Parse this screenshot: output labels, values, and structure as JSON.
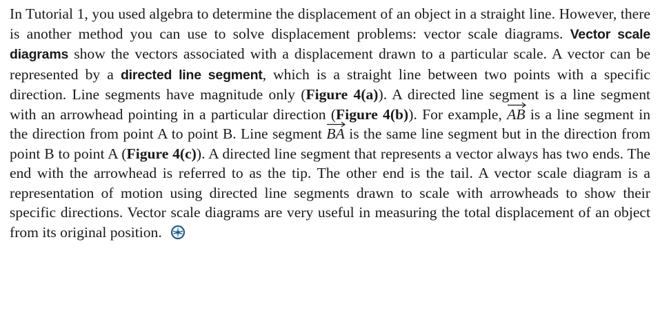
{
  "paragraph": {
    "s1": "In Tutorial 1, you used algebra to determine the displacement of an object in a straight line. However, there is another method you can use to solve displacement problems: vector scale diagrams. ",
    "term_vector_scale_diagrams": "Vector scale diagrams",
    "s2": " show the vectors associated with a dis­placement drawn to a particular scale. A vector can be represented by a ",
    "term_directed_line_segment": "directed line segment",
    "s3": ", which is a straight line between two points with a specific direction. Line seg­ments have magnitude only (",
    "ref_4a": "Figure 4(a)",
    "s4": "). A directed line segment is a line segment with an arrowhead pointing in a particular direction (",
    "ref_4b": "Figure 4(b)",
    "s5": "). For example, ",
    "vec_ab": "AB",
    "s6": " is a line segment in the direction from point A to point B. Line segment ",
    "vec_ba": "BA",
    "s7": " is the same line segment but in the direction from point B to point A (",
    "ref_4c": "Figure 4(c)",
    "s8": "). A directed line segment that represents a vector always has two ends. The end with the arrowhead is referred to as the tip. The other end is the tail. A vector scale diagram is a representa­tion of motion using directed line segments drawn to scale with arrowheads to show their specific directions. Vector scale diagrams are very useful in measuring the total displacement of an object from its original position."
  },
  "icon": "web-link-icon",
  "colors": {
    "text": "#1a1a1a",
    "icon_blue": "#1f5c8c",
    "icon_light": "#7fb2d6"
  }
}
